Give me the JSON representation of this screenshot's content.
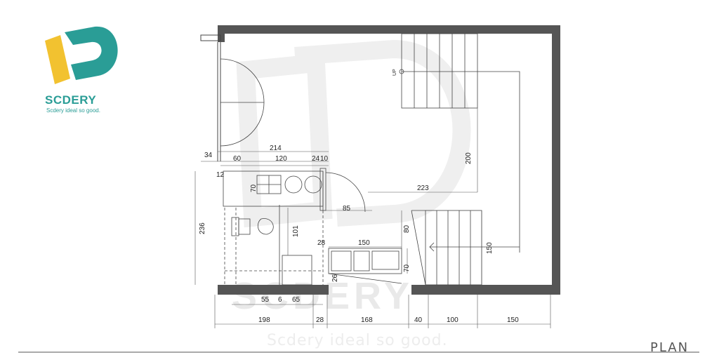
{
  "brand": {
    "name": "SCDERY",
    "tagline": "Scdery ideal so good.",
    "colors": {
      "teal": "#2a9d96",
      "yellow": "#f2c230"
    }
  },
  "watermark": {
    "text": "SCDERY",
    "tagline": "Scdery ideal so good."
  },
  "drawing": {
    "title": "PLAN",
    "stair_label": "UP",
    "dimensions": {
      "top_214": "214",
      "top_34": "34",
      "top_60": "60",
      "top_120": "120",
      "top_24": "24",
      "top_10": "10",
      "left_12": "12",
      "cabinet_70": "70",
      "left_236": "236",
      "mid_101": "101",
      "mid_85": "85",
      "mid_223": "223",
      "stair_200": "200",
      "mid_80": "80",
      "counter_28": "28",
      "counter_150": "150",
      "counter_70": "70",
      "stair_150": "150",
      "small_26": "26",
      "bottom_55": "55",
      "bottom_6": "6",
      "bottom_65": "65",
      "base_198": "198",
      "base_28": "28",
      "base_168": "168",
      "base_40": "40",
      "base_100": "100",
      "base_150": "150"
    }
  }
}
